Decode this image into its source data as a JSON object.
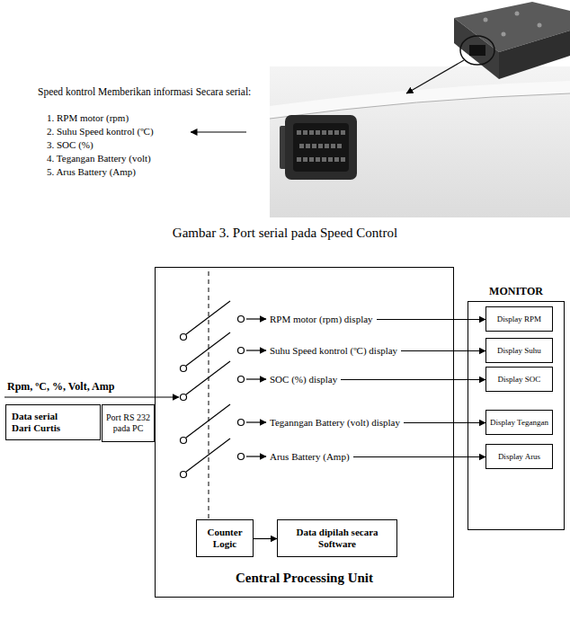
{
  "diagram": {
    "caption": "Gambar 3. Port serial pada Speed Control",
    "nodes": [
      {
        "text": [
          "Data serial Dari Curtis"
        ]
      },
      {
        "text": [
          "Port RS 232 pada PC"
        ]
      },
      {
        "text": [
          "Central Processing Unit"
        ]
      },
      {
        "text": [
          "Counter Logic"
        ],
        "in": 2
      },
      {
        "text": [
          "Data dipilah secara Software"
        ],
        "in": 2
      },
      {
        "text": [
          "MONITOR"
        ]
      },
      {
        "text": [
          "Display RPM"
        ],
        "in": 5
      },
      {
        "text": [
          "Display Suhu"
        ],
        "in": 5
      },
      {
        "text": [
          "Display SOC"
        ],
        "in": 5
      },
      {
        "text": [
          "Display Tegangan"
        ],
        "in": 5
      },
      {
        "text": [
          "Display Arus"
        ],
        "in": 5
      }
    ],
    "edges": [
      {
        "from": 3,
        "to": 4,
        "arrow": "to"
      },
      {
        "from": 2,
        "to": 6,
        "label": "RPM motor (rpm) display",
        "arrow": "to"
      },
      {
        "from": 2,
        "to": 7,
        "label": "Suhu Speed kontrol (ºC) display",
        "arrow": "to"
      },
      {
        "from": 2,
        "to": 8,
        "label": "SOC (%) display",
        "arrow": "to"
      },
      {
        "from": 2,
        "to": 9,
        "label": "Teganngan Battery (volt) display",
        "arrow": "to"
      },
      {
        "from": 2,
        "to": 10,
        "label": "Arus Battery (Amp)",
        "arrow": "to"
      }
    ],
    "labels": [
      "Speed kontrol Memberikan informasi Secara serial:",
      "1. RPM motor (rpm)",
      "2. Suhu Speed kontrol (ºC)",
      "3. SOC (%)",
      "4. Tegangan Battery (volt)",
      "5. Arus Battery (Amp)",
      "Rpm, ºC, %, Volt, Amp"
    ]
  }
}
